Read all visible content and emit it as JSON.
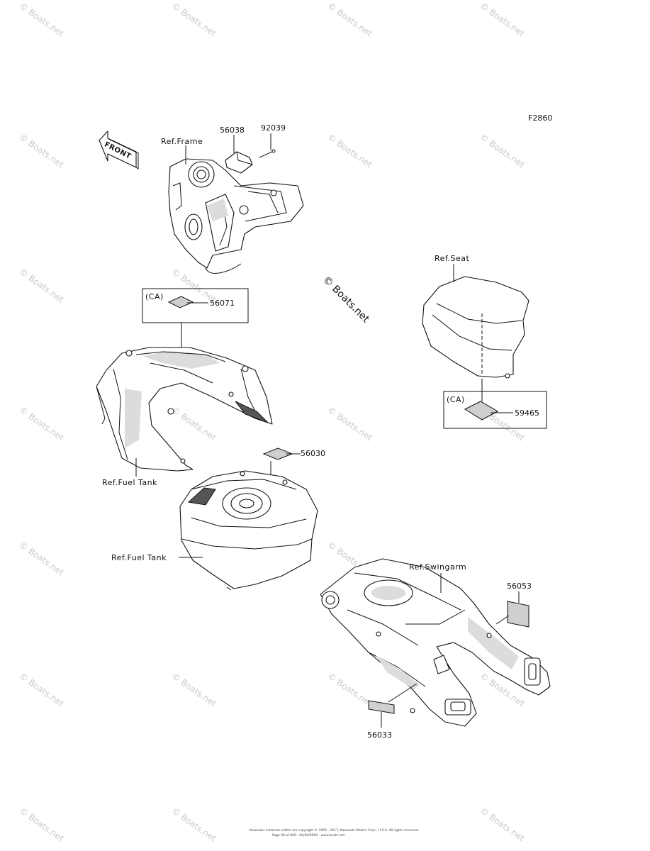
{
  "figure_code": "F2860",
  "center_watermark": "© Boats.net",
  "watermark_text": "© Boats.net",
  "front_arrow_label": "FRONT",
  "labels": {
    "ref_frame": "Ref.Frame",
    "ref_seat": "Ref.Seat",
    "ref_fuel_tank_1": "Ref.Fuel Tank",
    "ref_fuel_tank_2": "Ref.Fuel Tank",
    "ref_swingarm": "Ref.Swingarm",
    "ca_1": "(CA)",
    "ca_2": "(CA)"
  },
  "parts": {
    "p56038": "56038",
    "p92039": "92039",
    "p56071": "56071",
    "p59465": "59465",
    "p56030": "56030",
    "p56053": "56053",
    "p56033": "56033"
  },
  "footer": {
    "line1": "Kawasaki materials within are copyright © 1995 - 2017, Kawasaki Motors Corp., U.S.A. All rights reserved.",
    "line2": "Page 00 of 000 - 00/00/0000 - www.boats.net"
  }
}
